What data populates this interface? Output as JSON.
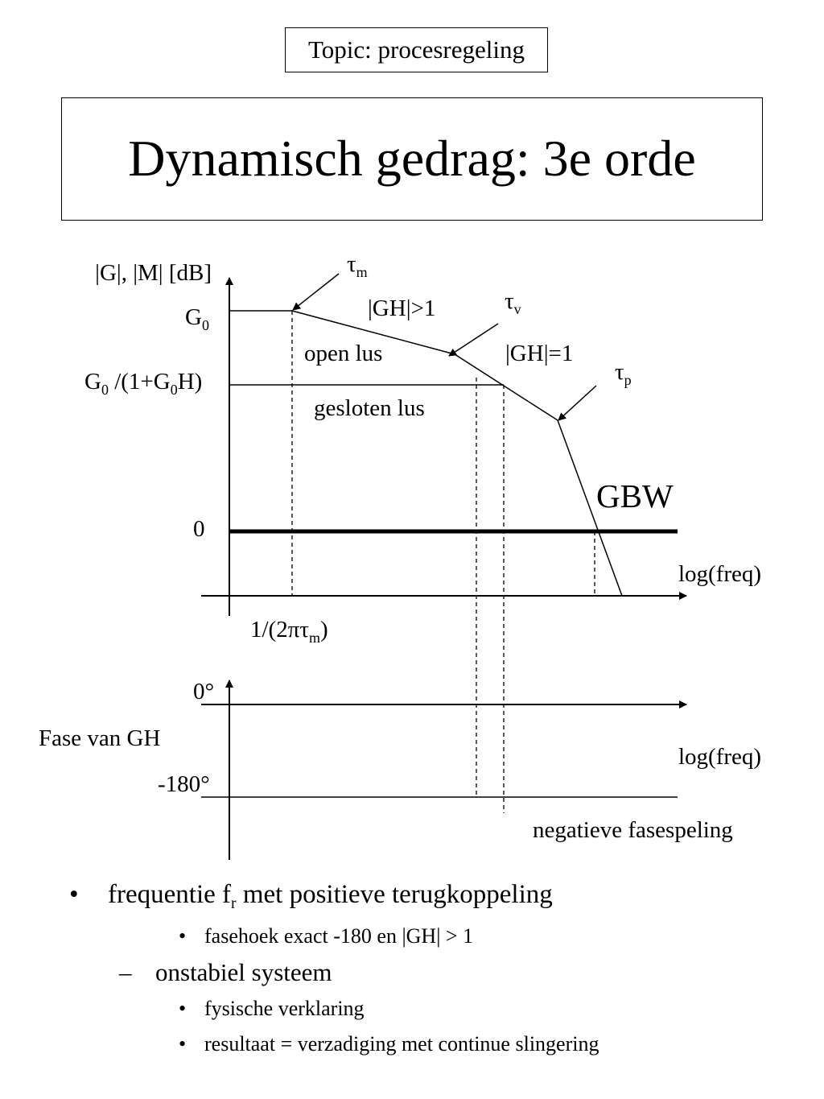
{
  "header": {
    "topic": "Topic: procesregeling",
    "title": "Dynamisch gedrag: 3e orde"
  },
  "magnitude_plot": {
    "y_axis_label": "|G|, |M| [dB]",
    "g0": {
      "main": "G",
      "sub": "0"
    },
    "closed_loop_level": {
      "p1": "G",
      "s1": "0",
      "p2": " /(1+G",
      "s2": "0",
      "p3": "H)"
    },
    "zero_label": "0",
    "x_axis_label": "log(freq)",
    "corner_label": {
      "p1": "1/(2πτ",
      "s1": "m",
      "p2": ")"
    },
    "tau_m": {
      "main": "τ",
      "sub": "m"
    },
    "tau_v": {
      "main": "τ",
      "sub": "v"
    },
    "tau_p": {
      "main": "τ",
      "sub": "p"
    },
    "gh_greater": "|GH|>1",
    "gh_equal": "|GH|=1",
    "open_loop": "open lus",
    "closed_loop": "gesloten lus",
    "gbw": "GBW"
  },
  "phase_plot": {
    "zero_deg": "0°",
    "y_axis_label": "Fase van GH",
    "x_axis_label": "log(freq)",
    "minus180": "-180°",
    "note": "negatieve fasespeling"
  },
  "bullets": {
    "b1": {
      "p1": "frequentie f",
      "sub": "r",
      "p2": " met positieve terugkoppeling"
    },
    "b1_1": "fasehoek exact -180 en |GH| > 1",
    "d1": "onstabiel systeem",
    "d1_1": "fysische verklaring",
    "d1_2": "resultaat = verzadiging met continue slingering",
    "bullet_mark": "•",
    "dash_mark": "–"
  }
}
